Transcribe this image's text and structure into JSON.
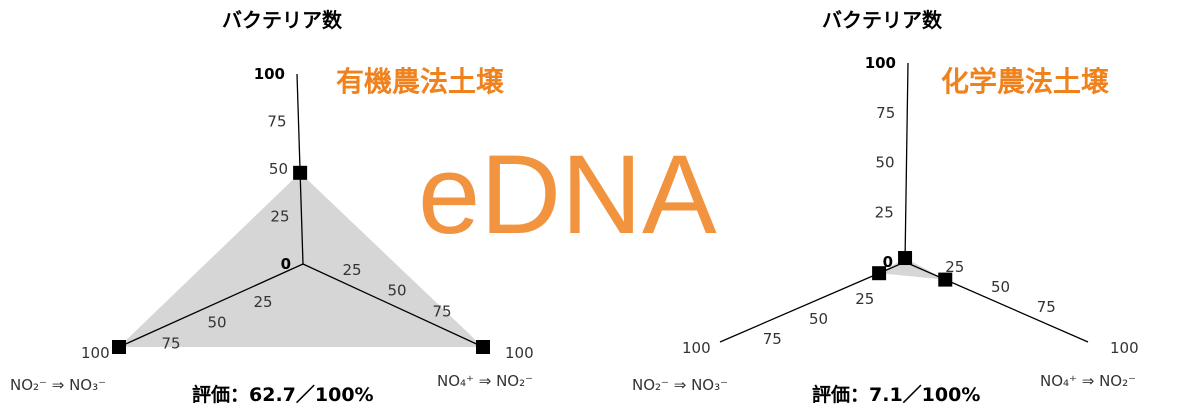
{
  "watermark": "eDNA",
  "colors": {
    "accent": "#f0821e",
    "fill": "#d6d6d6",
    "axis": "#000000"
  },
  "chart_data": [
    {
      "type": "radar",
      "title": "バクテリア数",
      "subtitle": "有機農法土壌",
      "score": "評価：62.7／100%",
      "axes": [
        {
          "name": "バクテリア数",
          "ticks": [
            "0",
            "25",
            "50",
            "75",
            "100"
          ]
        },
        {
          "name": "NO₄⁺ ⇒ NO₂⁻",
          "ticks": [
            "25",
            "50",
            "75",
            "100"
          ]
        },
        {
          "name": "NO₂⁻ ⇒ NO₃⁻",
          "ticks": [
            "25",
            "50",
            "75",
            "100"
          ]
        }
      ],
      "range": [
        0,
        100
      ],
      "values": [
        48,
        100,
        100
      ]
    },
    {
      "type": "radar",
      "title": "バクテリア数",
      "subtitle": "化学農法土壌",
      "score": "評価：7.1／100%",
      "axes": [
        {
          "name": "バクテリア数",
          "ticks": [
            "0",
            "25",
            "50",
            "75",
            "100"
          ]
        },
        {
          "name": "NO₄⁺ ⇒ NO₂⁻",
          "ticks": [
            "25",
            "50",
            "75",
            "100"
          ]
        },
        {
          "name": "NO₂⁻ ⇒ NO₃⁻",
          "ticks": [
            "25",
            "50",
            "75",
            "100"
          ]
        }
      ],
      "range": [
        0,
        100
      ],
      "values": [
        2,
        22,
        14
      ]
    }
  ]
}
